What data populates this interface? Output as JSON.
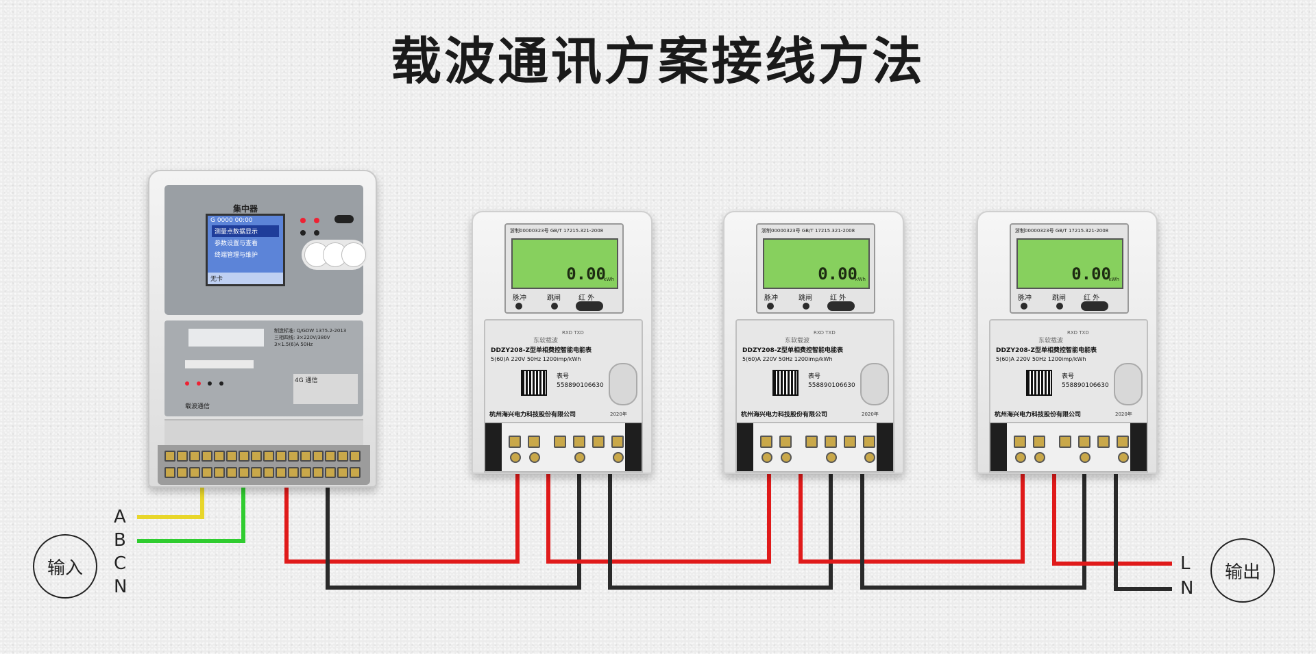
{
  "title": "载波通讯方案接线方法",
  "input": {
    "label": "输入",
    "phases": [
      "A",
      "B",
      "C",
      "N"
    ]
  },
  "output": {
    "label": "输出",
    "phases": [
      "L",
      "N"
    ]
  },
  "wire_colors": {
    "A": "#e8d62a",
    "B": "#2fcc2f",
    "L": "#e01a1a",
    "N": "#2a2a2a"
  },
  "concentrator": {
    "name": "集中器",
    "lcd_status": "G  0000  00:00",
    "menu": [
      "测量点数据显示",
      "参数设置与查看",
      "终端管理与维护"
    ],
    "lcd_footer": "无卡",
    "spec_lines": [
      "制造标准: Q/GDW 1375.2-2013",
      "三相四线: 3×220V/380V",
      "3×1.5(6)A   50Hz"
    ],
    "carrier_label": "载波通信",
    "module_label": "4G 通信"
  },
  "meters": [
    {
      "display_value": "0.00",
      "unit": "kWh",
      "header": "浙制00000323号  GB/T 17215.321-2008",
      "indicators": [
        "脉冲",
        "跳闸",
        "红 外"
      ],
      "brand": "东软载波",
      "rxd": "RXD TXD",
      "model": "DDZY208-Z型单相费控智能电能表",
      "rating": "5(60)A 220V 50Hz 1200imp/kWh",
      "serial_label": "表号",
      "serial": "558890106630",
      "company": "杭州海兴电力科技股份有限公司",
      "year": "2020年"
    },
    {
      "display_value": "0.00",
      "unit": "kWh",
      "header": "浙制00000323号  GB/T 17215.321-2008",
      "indicators": [
        "脉冲",
        "跳闸",
        "红 外"
      ],
      "brand": "东软载波",
      "rxd": "RXD TXD",
      "model": "DDZY208-Z型单相费控智能电能表",
      "rating": "5(60)A 220V 50Hz 1200imp/kWh",
      "serial_label": "表号",
      "serial": "558890106630",
      "company": "杭州海兴电力科技股份有限公司",
      "year": "2020年"
    },
    {
      "display_value": "0.00",
      "unit": "kWh",
      "header": "浙制00000323号  GB/T 17215.321-2008",
      "indicators": [
        "脉冲",
        "跳闸",
        "红 外"
      ],
      "brand": "东软载波",
      "rxd": "RXD TXD",
      "model": "DDZY208-Z型单相费控智能电能表",
      "rating": "5(60)A 220V 50Hz 1200imp/kWh",
      "serial_label": "表号",
      "serial": "558890106630",
      "company": "杭州海兴电力科技股份有限公司",
      "year": "2020年"
    }
  ]
}
